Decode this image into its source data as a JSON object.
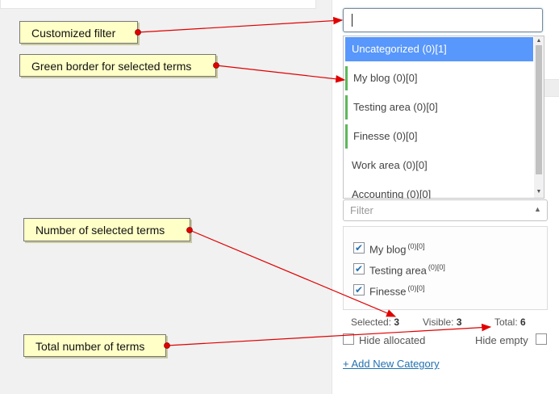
{
  "search": {
    "value": ""
  },
  "dropdown": {
    "items": [
      {
        "label": "Uncategorized (0)[1]",
        "state": "highlighted"
      },
      {
        "label": "My blog (0)[0]",
        "state": "selected"
      },
      {
        "label": "Testing area (0)[0]",
        "state": "selected"
      },
      {
        "label": "Finesse (0)[0]",
        "state": "selected"
      },
      {
        "label": "Work area (0)[0]",
        "state": "normal"
      },
      {
        "label": "Accounting (0)[0]",
        "state": "normal"
      }
    ]
  },
  "filter": {
    "placeholder": "Filter"
  },
  "checklist": [
    {
      "label": "My blog",
      "sup": "(0)[0]",
      "checked": true
    },
    {
      "label": "Testing area",
      "sup": "(0)[0]",
      "checked": true
    },
    {
      "label": "Finesse",
      "sup": "(0)[0]",
      "checked": true
    }
  ],
  "stats": {
    "selected_label": "Selected:",
    "selected_value": "3",
    "visible_label": "Visible:",
    "visible_value": "3",
    "total_label": "Total:",
    "total_value": "6"
  },
  "options": {
    "hide_allocated": "Hide allocated",
    "hide_empty": "Hide empty"
  },
  "add_category": "+ Add New Category",
  "callouts": {
    "customized_filter": "Customized filter",
    "green_border": "Green border for selected terms",
    "number_selected": "Number of selected terms",
    "total_number": "Total number of terms"
  },
  "colors": {
    "highlight": "#5897fb",
    "selected_border": "#5cb85c",
    "link": "#2271b1",
    "callout_bg": "#ffffc8",
    "arrow": "#e00000"
  }
}
